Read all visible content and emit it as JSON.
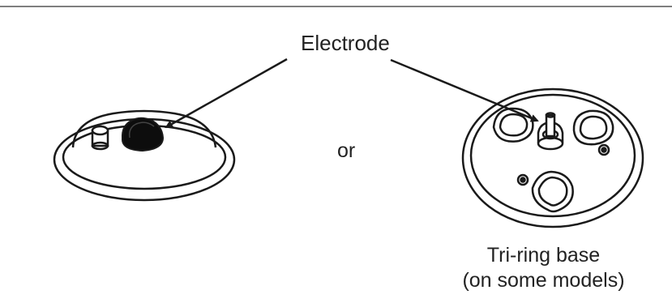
{
  "labels": {
    "electrode": "Electrode",
    "or": "or",
    "tri_ring_caption_line1": "Tri-ring base",
    "tri_ring_caption_line2": "(on some models)"
  },
  "colors": {
    "line": "#1a1a1a",
    "background": "#ffffff"
  }
}
